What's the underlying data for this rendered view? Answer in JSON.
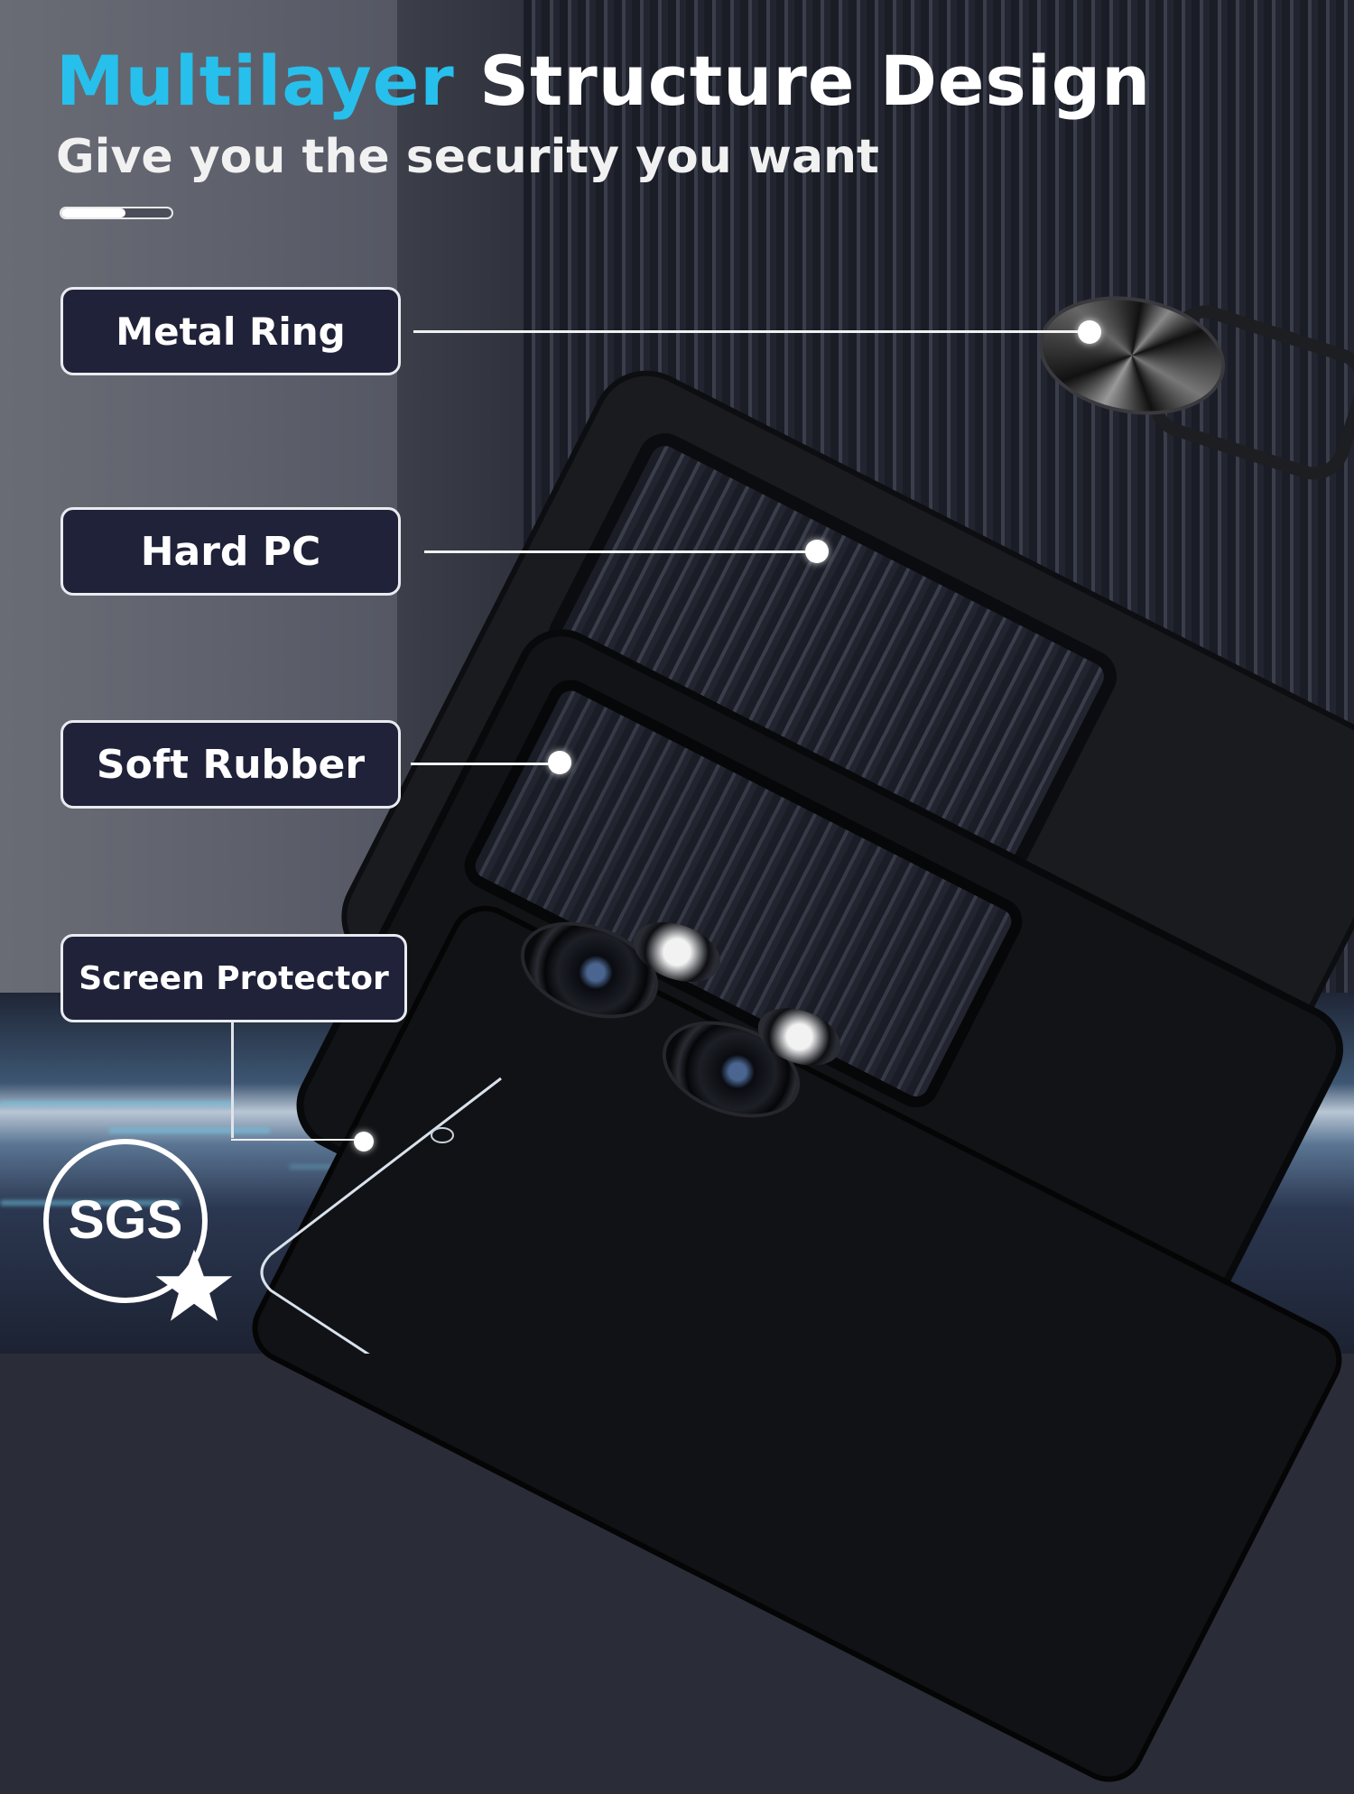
{
  "header": {
    "title_accent": "Multilayer",
    "title_rest": "Structure Design",
    "subtitle": "Give you the security you want",
    "accent_color": "#27c0ec"
  },
  "progress": {
    "filled_ratio": 0.58
  },
  "layers": [
    {
      "label": "Metal Ring"
    },
    {
      "label": "Hard PC"
    },
    {
      "label": "Soft Rubber"
    },
    {
      "label": "Screen Protector"
    }
  ],
  "badge": {
    "text": "SGS",
    "icon": "star-icon"
  },
  "colors": {
    "label_bg": "#1f2238",
    "label_border": "#e9ebf0",
    "text_white": "#ffffff"
  }
}
